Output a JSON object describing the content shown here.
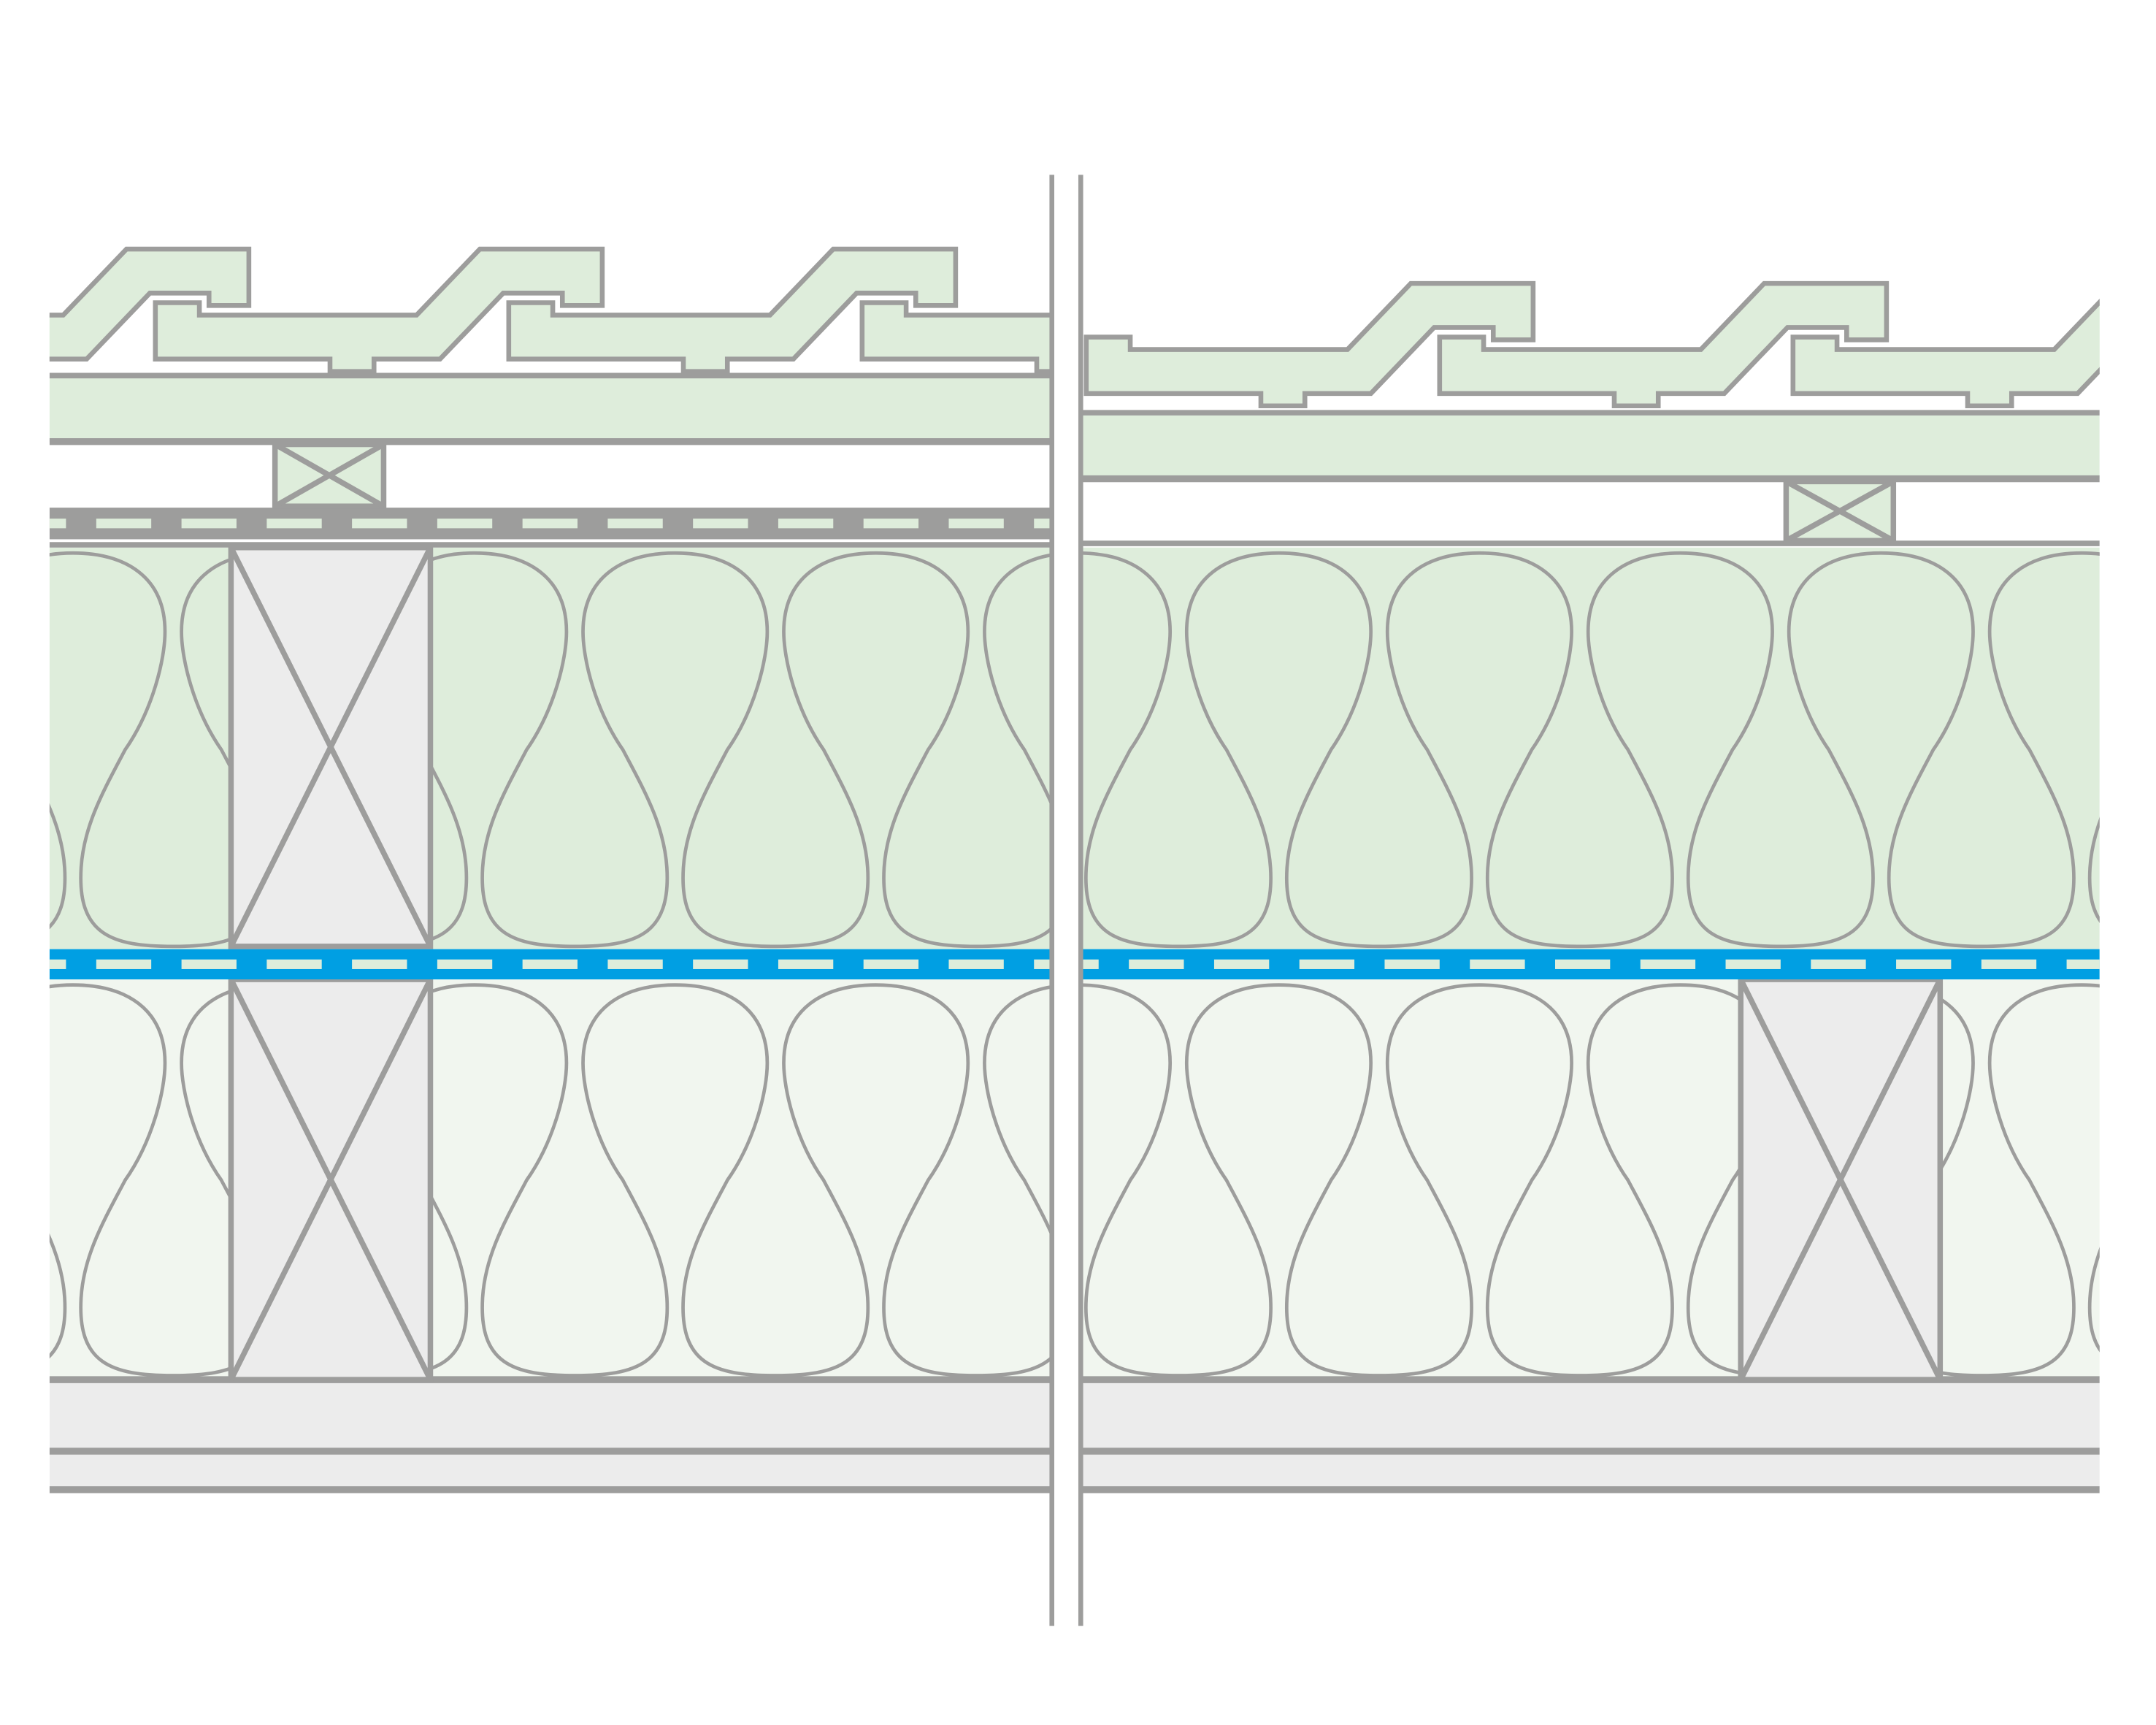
{
  "diagram": {
    "type": "roof-section-detail",
    "sections": [
      "left",
      "right"
    ],
    "colors": {
      "stroke": "#9d9d9c",
      "green": "#deeddb",
      "light_green": "#f1f6ef",
      "board": "#ececec",
      "membrane_blue": "#009fe3",
      "white": "#ffffff"
    }
  }
}
